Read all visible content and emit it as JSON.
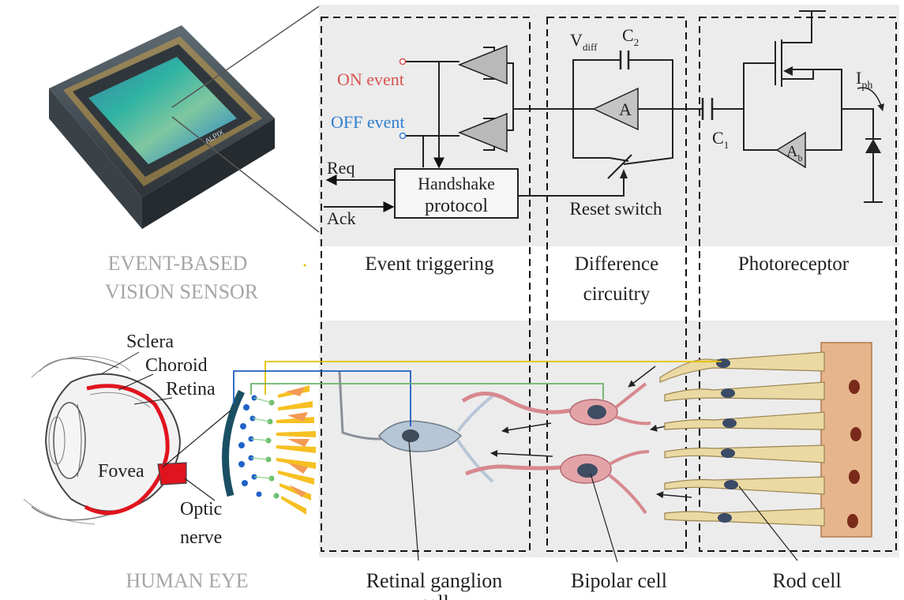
{
  "sensor": {
    "caption_line1": "EVENT-BASED",
    "caption_line2": "VISION SENSOR",
    "chip_brand": "ALPIX"
  },
  "circuit": {
    "on_event": "ON event",
    "off_event": "OFF event",
    "req": "Req",
    "ack": "Ack",
    "handshake_line1": "Handshake",
    "handshake_line2": "protocol",
    "reset_switch": "Reset switch",
    "vdiff_main": "V",
    "vdiff_sub": "diff",
    "c2_main": "C",
    "c2_sub": "2",
    "c1_main": "C",
    "c1_sub": "1",
    "amp_a": "A",
    "ab_main": "A",
    "ab_sub": "b",
    "iph_main": "I",
    "iph_sub": "ph"
  },
  "sections": {
    "event_triggering": "Event triggering",
    "difference_line1": "Difference",
    "difference_line2": "circuitry",
    "photoreceptor": "Photoreceptor"
  },
  "eye": {
    "caption": "HUMAN EYE",
    "sclera": "Sclera",
    "choroid": "Choroid",
    "retina": "Retina",
    "fovea": "Fovea",
    "optic_line1": "Optic",
    "optic_line2": "nerve"
  },
  "cells": {
    "ganglion_line1": "Retinal ganglion",
    "ganglion_line2": "cell",
    "bipolar": "Bipolar cell",
    "rod": "Rod cell"
  },
  "colors": {
    "on_event": "#d9534f",
    "off_event": "#2f7fd1",
    "caption_gray": "#a6a6a6",
    "connector_yellow": "#e8c000",
    "connector_blue": "#1f5fbf",
    "connector_green": "#6cb36c",
    "retina_red": "#e0141e",
    "panel_gray": "#ececec"
  }
}
